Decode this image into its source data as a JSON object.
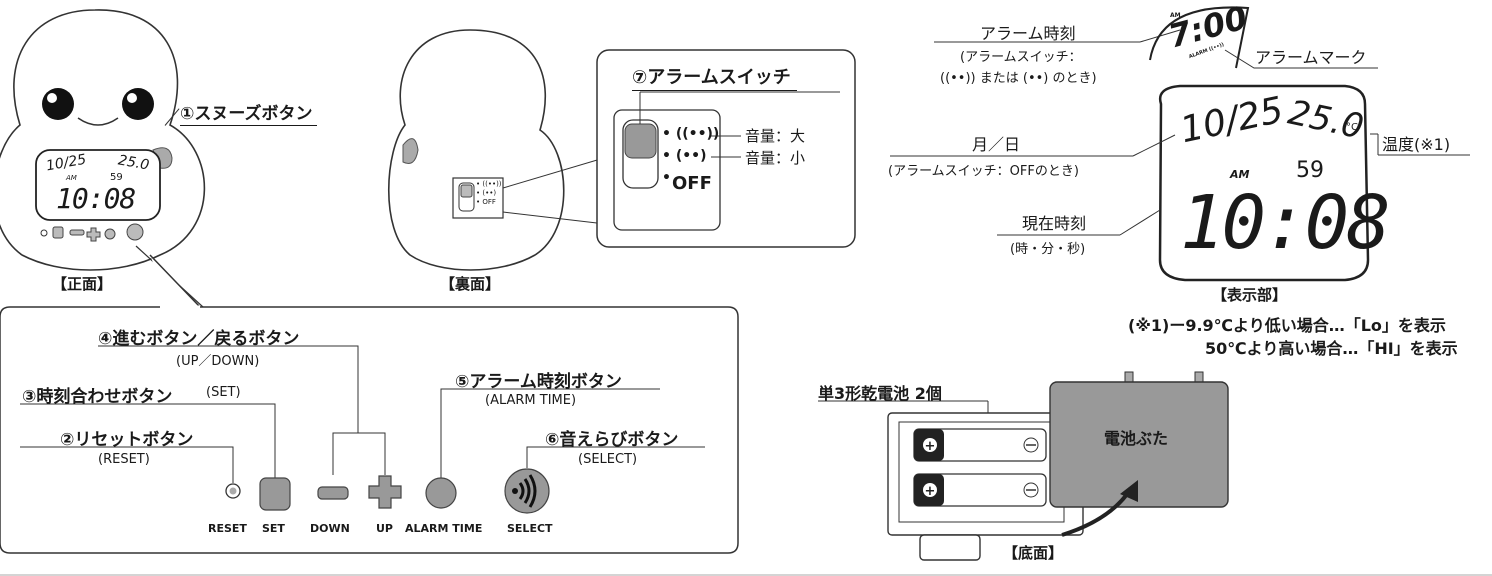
{
  "front": {
    "caption": "【正面】",
    "lcd_date": "10/25",
    "lcd_temp": "25.0",
    "lcd_am": "AM",
    "lcd_seconds": "59",
    "lcd_time": "10:08"
  },
  "back": {
    "caption": "【裏面】",
    "switch_title": "⑦アラームスイッチ",
    "switch_high": "• ((••))",
    "switch_low": "• (••)",
    "switch_off": "OFF",
    "vol_high": "音量：大",
    "vol_low": "音量：小"
  },
  "callouts": {
    "snooze": "①スヌーズボタン"
  },
  "buttons_panel": {
    "up_down_title": "④進むボタン／戻るボタン",
    "up_down_sub": "(UP／DOWN)",
    "set_title": "③時刻合わせボタン",
    "set_sub": "(SET)",
    "reset_title": "②リセットボタン",
    "reset_sub": "(RESET)",
    "alarm_title": "⑤アラーム時刻ボタン",
    "alarm_sub": "(ALARM TIME)",
    "select_title": "⑥音えらびボタン",
    "select_sub": "(SELECT)",
    "labels": [
      "RESET",
      "SET",
      "DOWN",
      "UP",
      "ALARM TIME",
      "SELECT"
    ]
  },
  "display": {
    "alarm_time_label": "アラーム時刻",
    "alarm_time_note1": "(アラームスイッチ：",
    "alarm_time_note2": "((••)) または (••) のとき)",
    "alarm_mark_label": "アラームマーク",
    "alarm_lcd": "7:00",
    "alarm_lcd_am": "AM",
    "alarm_lcd_small": "ALARM ((••))",
    "date_label": "月／日",
    "date_note": "(アラームスイッチ：OFFのとき)",
    "temp_label": "温度(※1)",
    "now_label": "現在時刻",
    "now_note": "(時・分・秒)",
    "lcd_date": "10/25",
    "lcd_temp": "25.0",
    "lcd_temp_unit": "°C",
    "lcd_am": "AM",
    "lcd_seconds": "59",
    "lcd_time": "10:08",
    "caption": "【表示部】",
    "footnote1": "(※1)ー9.9℃より低い場合…「Lo」を表示",
    "footnote2": "50℃より高い場合…「HI」を表示"
  },
  "bottom": {
    "battery_label": "単3形乾電池 2個",
    "cover_label": "電池ぶた",
    "caption": "【底面】"
  }
}
